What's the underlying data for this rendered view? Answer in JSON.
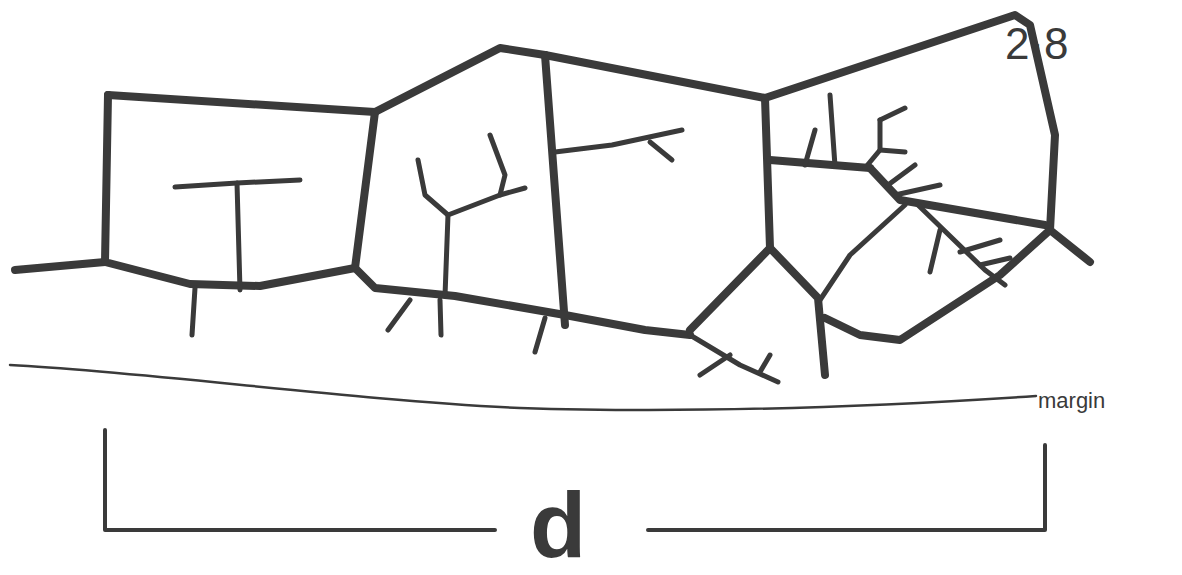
{
  "diagram": {
    "labels": [
      "2·8",
      "margin",
      "d"
    ]
  }
}
